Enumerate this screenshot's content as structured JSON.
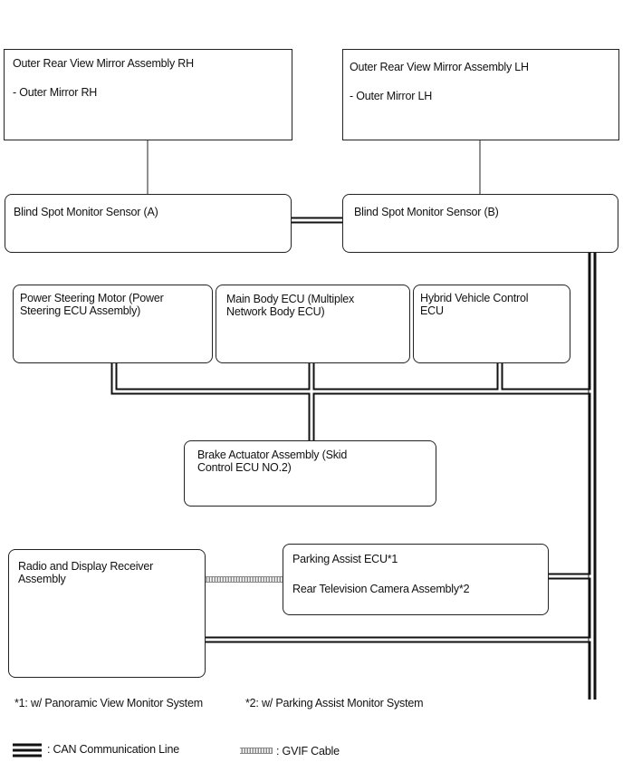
{
  "boxes": {
    "mirror_rh": {
      "title": "Outer Rear View Mirror Assembly RH",
      "sub": "- Outer Mirror RH"
    },
    "mirror_lh": {
      "title": "Outer Rear View Mirror Assembly LH",
      "sub": "- Outer Mirror LH"
    },
    "bsm_a": {
      "title": "Blind Spot Monitor Sensor (A)"
    },
    "bsm_b": {
      "title": "Blind Spot Monitor Sensor (B)"
    },
    "power_steering": {
      "title": "Power Steering Motor (Power\nSteering ECU Assembly)"
    },
    "main_body": {
      "title": "Main Body ECU (Multiplex\nNetwork Body ECU)"
    },
    "hybrid": {
      "title": "Hybrid Vehicle Control\nECU"
    },
    "brake": {
      "title": "Brake Actuator Assembly (Skid\nControl ECU NO.2)"
    },
    "radio": {
      "title": "Radio and Display Receiver\nAssembly"
    },
    "parking": {
      "title": "Parking Assist ECU*1",
      "sub": "Rear Television Camera Assembly*2"
    }
  },
  "notes": {
    "note1": "*1: w/ Panoramic View Monitor System",
    "note2": "*2: w/ Parking Assist Monitor System"
  },
  "legend": {
    "can": ": CAN Communication Line",
    "gvif": ": GVIF Cable"
  }
}
